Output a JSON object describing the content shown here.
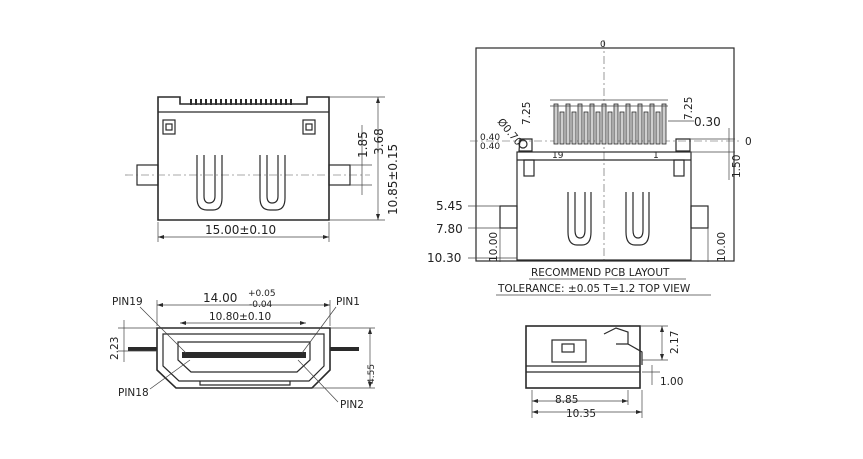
{
  "top_view": {
    "dims": {
      "width": "15.00±0.10",
      "height": "10.85±0.15",
      "d1": "3.68",
      "d2": "1.85"
    }
  },
  "front_view": {
    "dims": {
      "outer_width": "14.00",
      "tol_plus": "+0.05",
      "tol_minus": "-0.04",
      "inner_width": "10.80±0.10",
      "height_left": "2.23",
      "height_right": "4.55"
    },
    "pins": {
      "pin19": "PIN19",
      "pin1": "PIN1",
      "pin18": "PIN18",
      "pin2": "PIN2"
    }
  },
  "pcb_layout": {
    "dims": {
      "hole": "Ø0.70",
      "left_725": "7.25",
      "right_725": "7.25",
      "pitch": "0.30",
      "zero_top": "0",
      "zero_right": "0",
      "pad_040_a": "0.40",
      "pad_040_b": "0.40",
      "pad_150": "1.50",
      "y_545": "5.45",
      "y_780": "7.80",
      "y_1030": "10.30",
      "x_1000_left": "10.00",
      "x_1000_right": "10.00",
      "pin_19": "19",
      "pin_1": "1"
    },
    "caption": "RECOMMEND PCB LAYOUT",
    "tolerance": "TOLERANCE: ±0.05 T=1.2 TOP VIEW"
  },
  "side_view": {
    "dims": {
      "height": "2.17",
      "tab": "1.00",
      "inner": "8.85",
      "outer": "10.35"
    }
  }
}
